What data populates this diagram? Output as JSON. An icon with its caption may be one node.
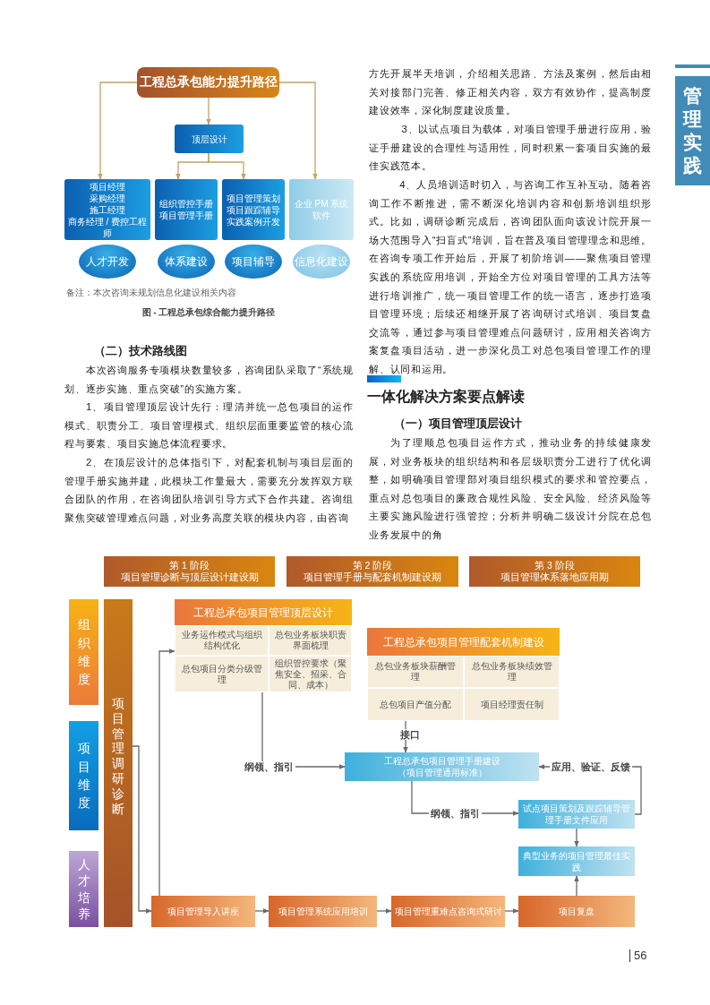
{
  "diagram": {
    "nodes": [
      {
        "text": [
          "工程总承包能力提升路径"
        ]
      },
      {
        "text": [
          "顶层设计"
        ]
      },
      {
        "text": [
          "项目经理",
          "采购经理",
          "施工经理",
          "商务经理 / 费控工程师"
        ]
      },
      {
        "text": [
          "组织管控手册",
          "项目管理手册"
        ]
      },
      {
        "text": [
          "项目管理策划",
          "项目跟踪辅导",
          "实践案例开发"
        ]
      },
      {
        "text": [
          "企业 PM 系统",
          "软件"
        ]
      },
      {
        "text": [
          "人才开发"
        ]
      },
      {
        "text": [
          "体系建设"
        ]
      },
      {
        "text": [
          "项目辅导"
        ]
      },
      {
        "text": [
          "信息化建设"
        ]
      },
      {
        "text": [
          "第 1 阶段",
          "项目管理诊断与顶层设计建设期"
        ]
      },
      {
        "text": [
          "第 2 阶段",
          "项目管理手册与配套机制建设期"
        ]
      },
      {
        "text": [
          "第 3 阶段",
          "项目管理体系落地应用期"
        ]
      },
      {
        "text": [
          "组织维度"
        ]
      },
      {
        "text": [
          "项目维度"
        ]
      },
      {
        "text": [
          "人才培养"
        ]
      },
      {
        "text": [
          "项目管理调研诊断"
        ]
      },
      {
        "text": [
          "工程总承包项目管理顶层设计"
        ]
      },
      {
        "text": [
          "业务运作模式与组织结构优化"
        ],
        "in": 17
      },
      {
        "text": [
          "总包业务板块职责界面梳理"
        ],
        "in": 17
      },
      {
        "text": [
          "总包项目分类分级管理"
        ],
        "in": 17
      },
      {
        "text": [
          "组织管控要求（聚焦安全、招采、合同、成本）"
        ],
        "in": 17
      },
      {
        "text": [
          "工程总承包项目管理配套机制建设"
        ]
      },
      {
        "text": [
          "总包业务板块薪酬管理"
        ],
        "in": 22
      },
      {
        "text": [
          "总包业务板块绩效管理"
        ],
        "in": 22
      },
      {
        "text": [
          "总包项目产值分配"
        ],
        "in": 22
      },
      {
        "text": [
          "项目经理责任制"
        ],
        "in": 22
      },
      {
        "text": [
          "工程总承包项目管理手册建设",
          "（项目管理通用标准）"
        ]
      },
      {
        "text": [
          "试点项目策划及跟踪辅导管理手册文件应用"
        ]
      },
      {
        "text": [
          "典型业务的项目管理最佳实践"
        ]
      },
      {
        "text": [
          "项目管理导入讲座"
        ]
      },
      {
        "text": [
          "项目管理系统应用培训"
        ]
      },
      {
        "text": [
          "项目管理重难点咨询式研讨"
        ]
      },
      {
        "text": [
          "项目复盘"
        ]
      },
      {
        "text": [
          "管理实践"
        ]
      }
    ],
    "edges": [
      {
        "from": 0,
        "to": 2,
        "arrow": "to",
        "color": "#c8a064"
      },
      {
        "from": 0,
        "to": 1,
        "arrow": "to",
        "color": "#c8a064"
      },
      {
        "from": 0,
        "to": 5,
        "arrow": "to",
        "color": "#c8a064"
      },
      {
        "from": 1,
        "to": 3,
        "arrow": "to",
        "color": "#c8a064"
      },
      {
        "from": 1,
        "to": 4,
        "arrow": "to",
        "color": "#c8a064"
      },
      {
        "from": 16,
        "to": 30,
        "arrow": "to"
      },
      {
        "from": 30,
        "to": 17,
        "arrow": "to"
      },
      {
        "from": 17,
        "to": 27,
        "arrow": "to",
        "label": "纲领、指引"
      },
      {
        "from": 22,
        "to": 27,
        "arrow": "to",
        "label": "接口"
      },
      {
        "from": 27,
        "to": 28,
        "arrow": "to",
        "label": "纲领、指引"
      },
      {
        "from": 28,
        "to": 27,
        "arrow": "to",
        "label": "应用、验证、反馈"
      },
      {
        "from": 28,
        "to": 29,
        "arrow": "to"
      },
      {
        "from": 33,
        "to": 29,
        "arrow": "to"
      },
      {
        "from": 30,
        "to": 31,
        "arrow": "to"
      },
      {
        "from": 31,
        "to": 32,
        "arrow": "to"
      },
      {
        "from": 32,
        "to": 33,
        "arrow": "to"
      }
    ],
    "labels": [
      "备注：本次咨询未规划信息化建设相关内容",
      "图 - 工程总承包综合能力提升路径",
      "（二）技术路线图",
      "本次咨询服务专项模块数量较多，咨询团队采取了“系统规划、逐步实施、重点突破”的实施方案。",
      "1、项目管理顶层设计先行：理清并统一总包项目的运作模式、职责分工、项目管理模式、组织层面重要监管的核心流程与要素、项目实施总体流程要求。",
      "2、在顶层设计的总体指引下，对配套机制与项目层面的管理手册实施并建，此模块工作量最大，需要充分发挥双方联合团队的作用，在咨询团队培训引导方式下合作共建。咨询组聚焦突破管理难点问题，对业务高度关联的模块内容，由咨询",
      "方先开展半天培训，介绍相关思路、方法及案例，然后由相关对接部门完善、修正相关内容，双方有效协作，提高制度建设效率，深化制度建设质量。",
      "3、以试点项目为载体，对项目管理手册进行应用，验证手册建设的合理性与适用性，同时积累一套项目实施的最佳实践范本。",
      "4、人员培训适时切入，与咨询工作互补互动。随着咨询工作不断推进，需不断深化培训内容和创新培训组织形式。比如，调研诊断完成后，咨询团队面向该设计院开展一场大范围导入“扫盲式”培训，旨在普及项目管理理念和思维。在咨询专项工作开始后，开展了初阶培训——聚焦项目管理实践的系统应用培训，开始全方位对项目管理的工具方法等进行培训推广，统一项目管理工作的统一语言，逐步打造项目管理环境；后续还相继开展了咨询研讨式培训、项目复盘交流等，通过参与项目管理难点问题研讨，应用相关咨询方案复盘项目活动，进一步深化员工对总包项目管理工作的理解、认同和运用。",
      "一体化解决方案要点解读",
      "（一）项目管理顶层设计",
      "为了理顺总包项目运作方式，推动业务的持续健康发展，对业务板块的组织结构和各层级职责分工进行了优化调整，如明确项目管理部对项目组织模式的要求和管控要点，重点对总包项目的廉政合规性风险、安全风险、经济风险等主要实施风险进行强管控；分析并明确二级设计分院在总包业务发展中的角",
      "56"
    ]
  }
}
